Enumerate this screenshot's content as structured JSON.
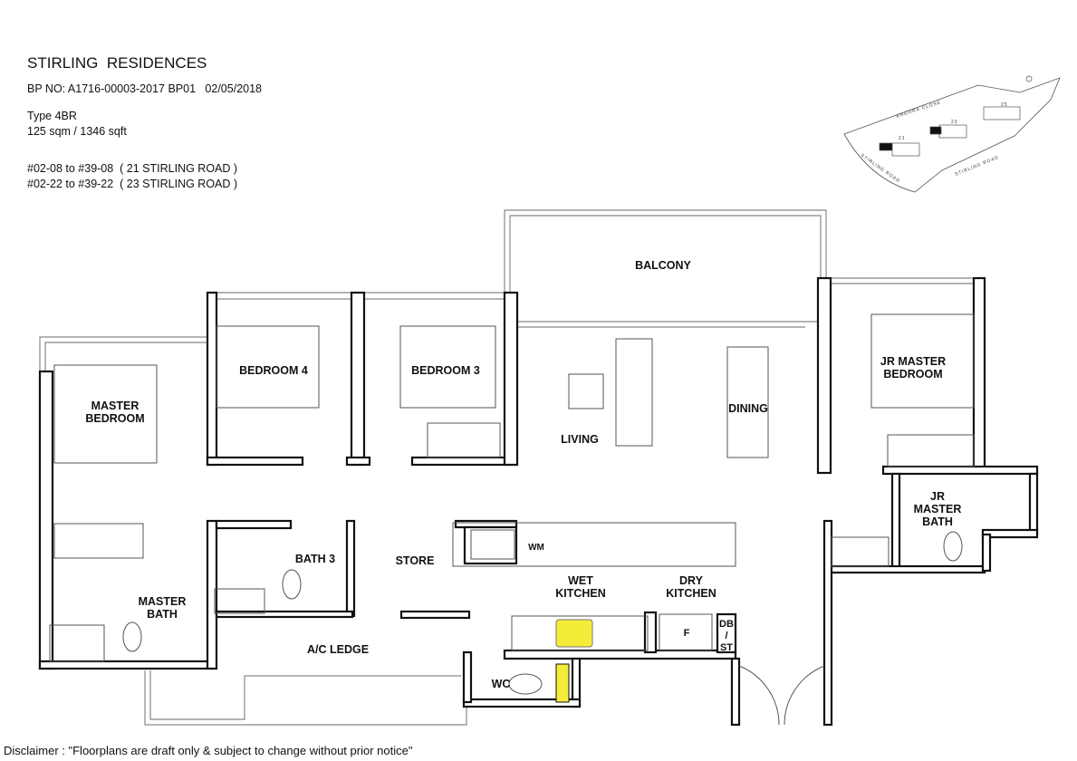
{
  "header": {
    "title": "STIRLING  RESIDENCES",
    "bp_no": "BP NO: A1716-00003-2017 BP01   02/05/2018",
    "type": "Type 4BR",
    "area": "125 sqm / 1346 sqft",
    "units": [
      "#02-08 to #39-08  ( 21 STIRLING ROAD )",
      "#02-22 to #39-22  ( 23 STIRLING ROAD )"
    ]
  },
  "site_plan": {
    "roads": [
      "ANGORA CLOSE",
      "STIRLING ROAD",
      "STIRLING ROAD"
    ],
    "blocks": [
      "21",
      "23",
      "25"
    ]
  },
  "rooms": {
    "balcony": "BALCONY",
    "master_bedroom": [
      "MASTER",
      "BEDROOM"
    ],
    "bedroom4": "BEDROOM 4",
    "bedroom3": "BEDROOM 3",
    "living": "LIVING",
    "dining": "DINING",
    "jr_master_bedroom": [
      "JR MASTER",
      "BEDROOM"
    ],
    "jr_master_bath": [
      "JR",
      "MASTER",
      "BATH"
    ],
    "bath3": "BATH 3",
    "store": "STORE",
    "master_bath": [
      "MASTER",
      "BATH"
    ],
    "wet_kitchen": [
      "WET",
      "KITCHEN"
    ],
    "dry_kitchen": [
      "DRY",
      "KITCHEN"
    ],
    "ac_ledge": "A/C LEDGE",
    "wc": "WC",
    "wm": "WM",
    "fridge": "F",
    "db_st": [
      "DB",
      "/",
      "ST"
    ]
  },
  "colors": {
    "hob": "#f5ec3a",
    "wall": "#111111",
    "ledge": "#888888"
  },
  "disclaimer": "Disclaimer : \"Floorplans are draft only & subject to change without prior notice\""
}
